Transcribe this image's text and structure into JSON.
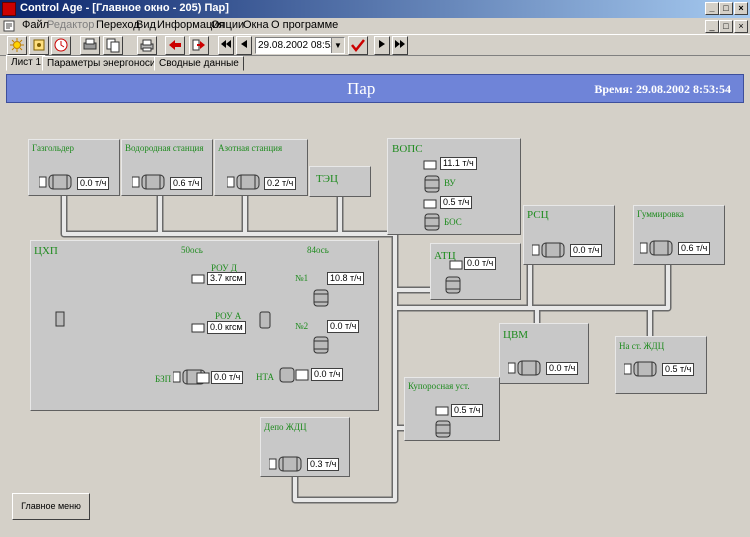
{
  "window": {
    "title": "Control Age - [Главное окно - 205) Пар]",
    "btn_min": "_",
    "btn_max": "□",
    "btn_close": "×"
  },
  "menu": {
    "items": [
      "Файл",
      "Редактор",
      "Переход",
      "Вид",
      "Информация",
      "Опции",
      "Окна",
      "О программе"
    ],
    "disabled": [
      "Редактор"
    ]
  },
  "toolbar": {
    "datetime_value": "29.08.2002  08:53",
    "icons": [
      "sun-icon",
      "gear-icon",
      "clock-icon",
      "print-preview-icon",
      "copy-icon",
      "printer-icon",
      "arrow-left-icon",
      "arrow-right-icon",
      "first-icon",
      "prev-icon",
      "dropdown-icon",
      "check-icon",
      "next-icon",
      "last-icon"
    ],
    "colors": {
      "arrow": "#cc0000",
      "check": "#cc0000"
    }
  },
  "tabs": [
    "Лист 1",
    "Параметры энергоносителя",
    "Сводные данные"
  ],
  "header": {
    "title": "Пар",
    "time_label": "Время: 29.08.2002 8:53:54",
    "bg": "#6f84d8"
  },
  "colors": {
    "label_green": "#1e8b1e",
    "panel": "#c8c8c8",
    "pipe": "#c0c0c0"
  },
  "panels": {
    "gazgolder": {
      "label": "Газгольдер",
      "value": "0.0 т/ч"
    },
    "vodorod": {
      "label": "Водородная станция",
      "value": "0.6 т/ч"
    },
    "azot": {
      "label": "Азотная станция",
      "value": "0.2 т/ч"
    },
    "tec": {
      "label": "ТЭЦ"
    },
    "vops": {
      "label": "ВОПС",
      "vu_label": "ВУ",
      "vu_value": "11.1 т/ч",
      "bos_label": "БОС",
      "bos_value": "0.5 т/ч"
    },
    "rsc": {
      "label": "РСЦ",
      "value": "0.0 т/ч"
    },
    "gumm": {
      "label": "Гуммировка",
      "value": "0.6 т/ч"
    },
    "chp": {
      "label": "ЦХП",
      "os50": "50ось",
      "os84": "84ось",
      "rou_d_label": "РОУ Д",
      "rou_d_value": "3.7 кгсм",
      "rou_a_label": "РОУ А",
      "rou_a_value": "0.0 кгсм",
      "n1_label": "№1",
      "n1_value": "10.8 т/ч",
      "n2_label": "№2",
      "n2_value": "0.0 т/ч",
      "bzp_label": "БЗП",
      "bzp_value": "0.0 т/ч",
      "nta_label": "НТА",
      "nta_value": "0.0 т/ч"
    },
    "atc": {
      "label": "АТЦ",
      "value": "0.0 т/ч"
    },
    "cvm": {
      "label": "ЦВМ",
      "value": "0.0 т/ч"
    },
    "zhdc": {
      "label": "На ст. ЖДЦ",
      "value": "0.5 т/ч"
    },
    "kupor": {
      "label": "Купоросная уст.",
      "value": "0.5 т/ч"
    },
    "depo": {
      "label": "Депо ЖДЦ",
      "value": "0.3 т/ч"
    }
  },
  "main_menu_button": "Главное меню"
}
